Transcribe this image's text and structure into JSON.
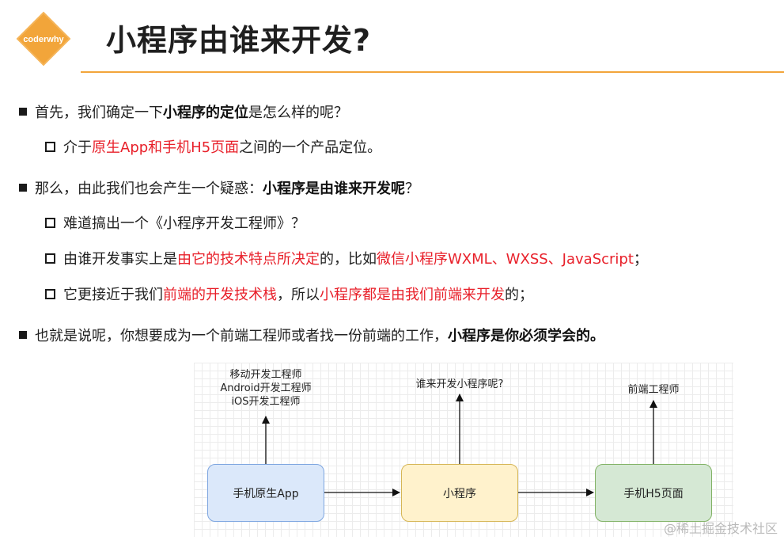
{
  "header": {
    "logo_text": "coderwhy",
    "title": "小程序由谁来开发?",
    "accent_color": "#f2a53a"
  },
  "bullets": [
    {
      "level": 1,
      "parts": [
        {
          "text": "首先，我们确定一下",
          "style": "normal"
        },
        {
          "text": "小程序的定位",
          "style": "bold"
        },
        {
          "text": "是怎么样的呢？",
          "style": "normal"
        }
      ]
    },
    {
      "level": 2,
      "parts": [
        {
          "text": "介于",
          "style": "normal"
        },
        {
          "text": "原生App和手机H5页面",
          "style": "red"
        },
        {
          "text": "之间的一个产品定位。",
          "style": "normal"
        }
      ]
    },
    {
      "level": 1,
      "parts": [
        {
          "text": "那么，由此我们也会产生一个疑惑：",
          "style": "normal"
        },
        {
          "text": "小程序是由谁来开发呢",
          "style": "bold"
        },
        {
          "text": "？",
          "style": "normal"
        }
      ]
    },
    {
      "level": 2,
      "parts": [
        {
          "text": "难道搞出一个《小程序开发工程师》？",
          "style": "normal"
        }
      ]
    },
    {
      "level": 2,
      "parts": [
        {
          "text": "由谁开发事实上是",
          "style": "normal"
        },
        {
          "text": "由它的技术特点所决定",
          "style": "red"
        },
        {
          "text": "的，比如",
          "style": "normal"
        },
        {
          "text": "微信小程序WXML、WXSS、JavaScript",
          "style": "red"
        },
        {
          "text": "；",
          "style": "normal"
        }
      ]
    },
    {
      "level": 2,
      "parts": [
        {
          "text": "它更接近于我们",
          "style": "normal"
        },
        {
          "text": "前端的开发技术栈",
          "style": "red"
        },
        {
          "text": "，所以",
          "style": "normal"
        },
        {
          "text": "小程序都是由我们前端来开发",
          "style": "red"
        },
        {
          "text": "的；",
          "style": "normal"
        }
      ]
    },
    {
      "level": 1,
      "parts": [
        {
          "text": "也就是说呢，你想要成为一个前端工程师或者找一份前端的工作，",
          "style": "normal"
        },
        {
          "text": "小程序是你必须学会的。",
          "style": "bold"
        }
      ]
    }
  ],
  "diagram": {
    "nodes": {
      "native": "手机原生App",
      "miniprogram": "小程序",
      "h5": "手机H5页面"
    },
    "labels": {
      "native": [
        "移动开发工程师",
        "Android开发工程师",
        "iOS开发工程师"
      ],
      "miniprogram": [
        "谁来开发小程序呢?"
      ],
      "h5": [
        "前端工程师"
      ]
    }
  },
  "watermark": "@稀土掘金技术社区"
}
